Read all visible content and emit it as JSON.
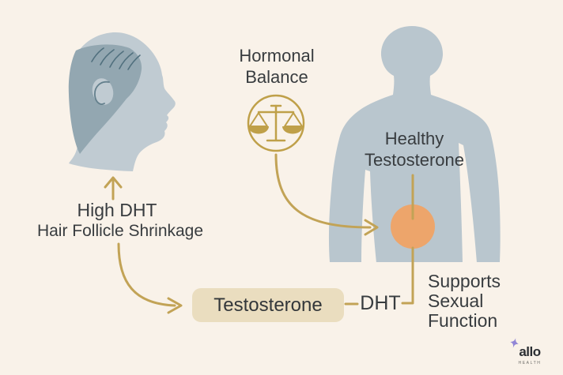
{
  "labels": {
    "hormonal_balance": "Hormonal Balance",
    "high_dht": "High DHT",
    "hair_follicle_shrinkage": "Hair Follicle Shrinkage",
    "healthy_testosterone": "Healthy Testosterone",
    "testosterone": "Testosterone",
    "dht": "DHT",
    "supports_sexual_function": "Supports Sexual Function"
  },
  "logo": {
    "brand": "allo",
    "tagline": "HEALTH"
  },
  "icons": [
    "balding-head-profile-icon",
    "balance-scale-icon",
    "male-torso-icon",
    "organ-dot-icon",
    "up-arrow-icon",
    "curved-arrow-icon",
    "sparkle-icon"
  ],
  "palette": {
    "background": "#f9f2e9",
    "silhouette_blue": "#b9c6ce",
    "head_skin": "#c0cbd2",
    "hair_patch": "#93a7b1",
    "hair_strands": "#51707e",
    "accent_gold": "#c2a356",
    "balance_gold": "#bfa049",
    "organ_orange": "#eda56b",
    "label_box_tan": "#eaddbf",
    "text_dark": "#383c3f",
    "logo_purple": "#9186d6"
  }
}
